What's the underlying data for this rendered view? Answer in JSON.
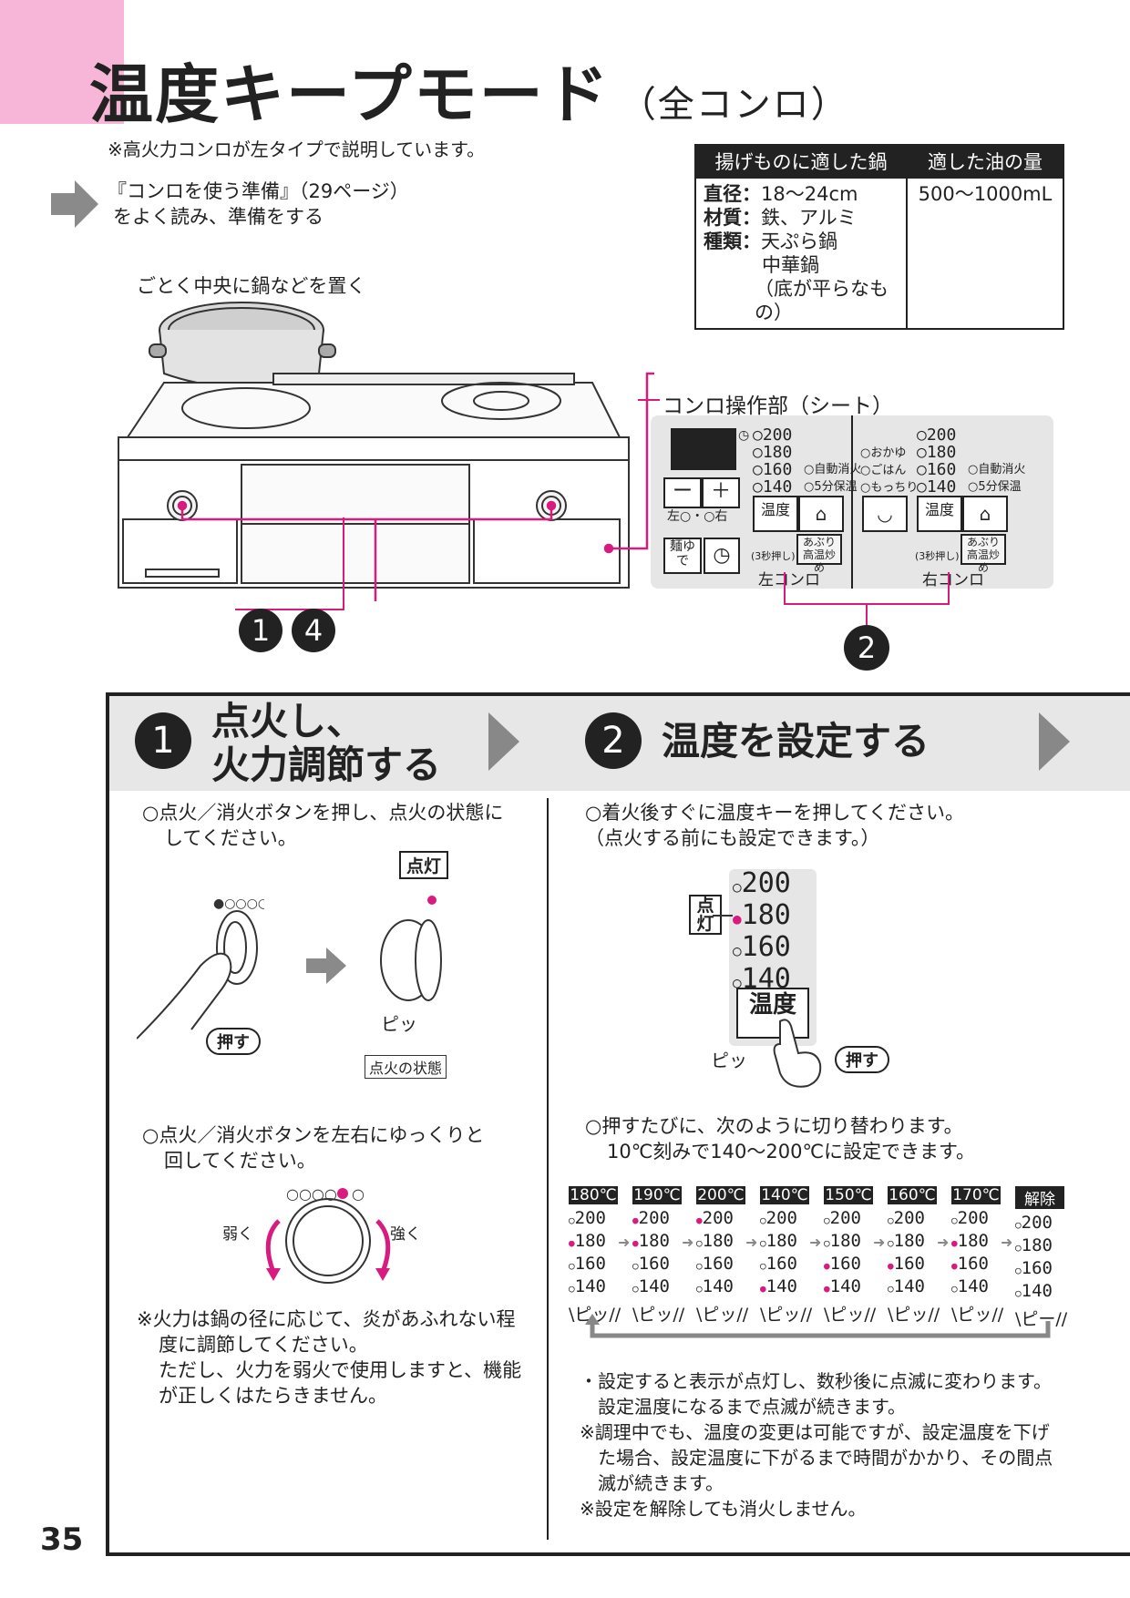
{
  "page": {
    "title": "温度キープモード",
    "title_sub": "（全コンロ）",
    "note_top": "※高火力コンロが左タイプで説明しています。",
    "prep_line1": "『コンロを使う準備』（29ページ）",
    "prep_line2": "をよく読み、準備をする",
    "illustration_caption": "ごとく中央に鍋などを置く",
    "panel_title": "コンロ操作部（シート）",
    "page_number": "35",
    "accent_color": "#d81b7e",
    "header_color": "#f7b6d7"
  },
  "pot_table": {
    "col1_header": "揚げものに適した鍋",
    "col2_header": "適した油の量",
    "diameter_label": "直径：",
    "diameter_value": "18〜24cm",
    "material_label": "材質：",
    "material_value": "鉄、アルミ",
    "type_label": "種類：",
    "type_value1": "天ぷら鍋",
    "type_value2": "中華鍋",
    "type_value3": "（底が平らなもの）",
    "oil_amount": "500〜1000mL"
  },
  "panel": {
    "temps": [
      "○200",
      "○180",
      "○160",
      "○140"
    ],
    "auto_off": "○自動消火",
    "keep_warm": "○5分保温",
    "rice_modes": [
      "○おかゆ",
      "○ごはん",
      "○もっちり"
    ],
    "minus": "ー",
    "plus": "＋",
    "left_right": "左○・○右",
    "temp_key": "温度",
    "noodle_key": "麺ゆで",
    "abuRi": "あぶり",
    "high_temp": "高温炒め",
    "press3": "(3秒押し)",
    "left_label": "左コンロ",
    "right_label": "右コンロ",
    "badge_1": "1",
    "badge_4": "4",
    "badge_2": "2"
  },
  "step1": {
    "number": "1",
    "title_line1": "点火し、",
    "title_line2": "火力調節する",
    "text1_line1": "○点火／消火ボタンを押し、点火の状態に",
    "text1_line2": "してください。",
    "lit_label": "点灯",
    "press_label": "押す",
    "beep": "ピッ",
    "ignited_label": "点火の状態",
    "text2_line1": "○点火／消火ボタンを左右にゆっくりと",
    "text2_line2": "回してください。",
    "weak": "弱く",
    "strong": "強く",
    "note_line1": "※火力は鍋の径に応じて、炎があふれない程",
    "note_line2": "度に調節してください。",
    "note_line3": "ただし、火力を弱火で使用しますと、機能",
    "note_line4": "が正しくはたらきません。"
  },
  "step2": {
    "number": "2",
    "title": "温度を設定する",
    "text1_line1": "○着火後すぐに温度キーを押してください。",
    "text1_line2": "（点火する前にも設定できます。）",
    "lit_label": "点灯",
    "temp_key": "温度",
    "press_label": "押す",
    "beep": "ピッ",
    "display": [
      "200",
      "180",
      "160",
      "140"
    ],
    "text2_line1": "○押すたびに、次のように切り替わります。",
    "text2_line2": "10℃刻みで140〜200℃に設定できます。",
    "sequence": [
      {
        "header": "180℃",
        "lit": "180",
        "beep": "ピッ"
      },
      {
        "header": "190℃",
        "lit": "200,180",
        "beep": "ピッ"
      },
      {
        "header": "200℃",
        "lit": "200",
        "beep": "ピッ"
      },
      {
        "header": "140℃",
        "lit": "140",
        "beep": "ピッ"
      },
      {
        "header": "150℃",
        "lit": "160,140",
        "beep": "ピッ"
      },
      {
        "header": "160℃",
        "lit": "160",
        "beep": "ピッ"
      },
      {
        "header": "170℃",
        "lit": "180,160",
        "beep": "ピッ"
      },
      {
        "header": "解除",
        "lit": "",
        "beep": "ピー"
      }
    ],
    "bullet1_line1": "・設定すると表示が点灯し、数秒後に点滅に変わります。",
    "bullet1_line2": "設定温度になるまで点滅が続きます。",
    "note1_line1": "※調理中でも、温度の変更は可能ですが、設定温度を下げ",
    "note1_line2": "た場合、設定温度に下がるまで時間がかかり、その間点",
    "note1_line3": "滅が続きます。",
    "note2": "※設定を解除しても消火しません。"
  }
}
